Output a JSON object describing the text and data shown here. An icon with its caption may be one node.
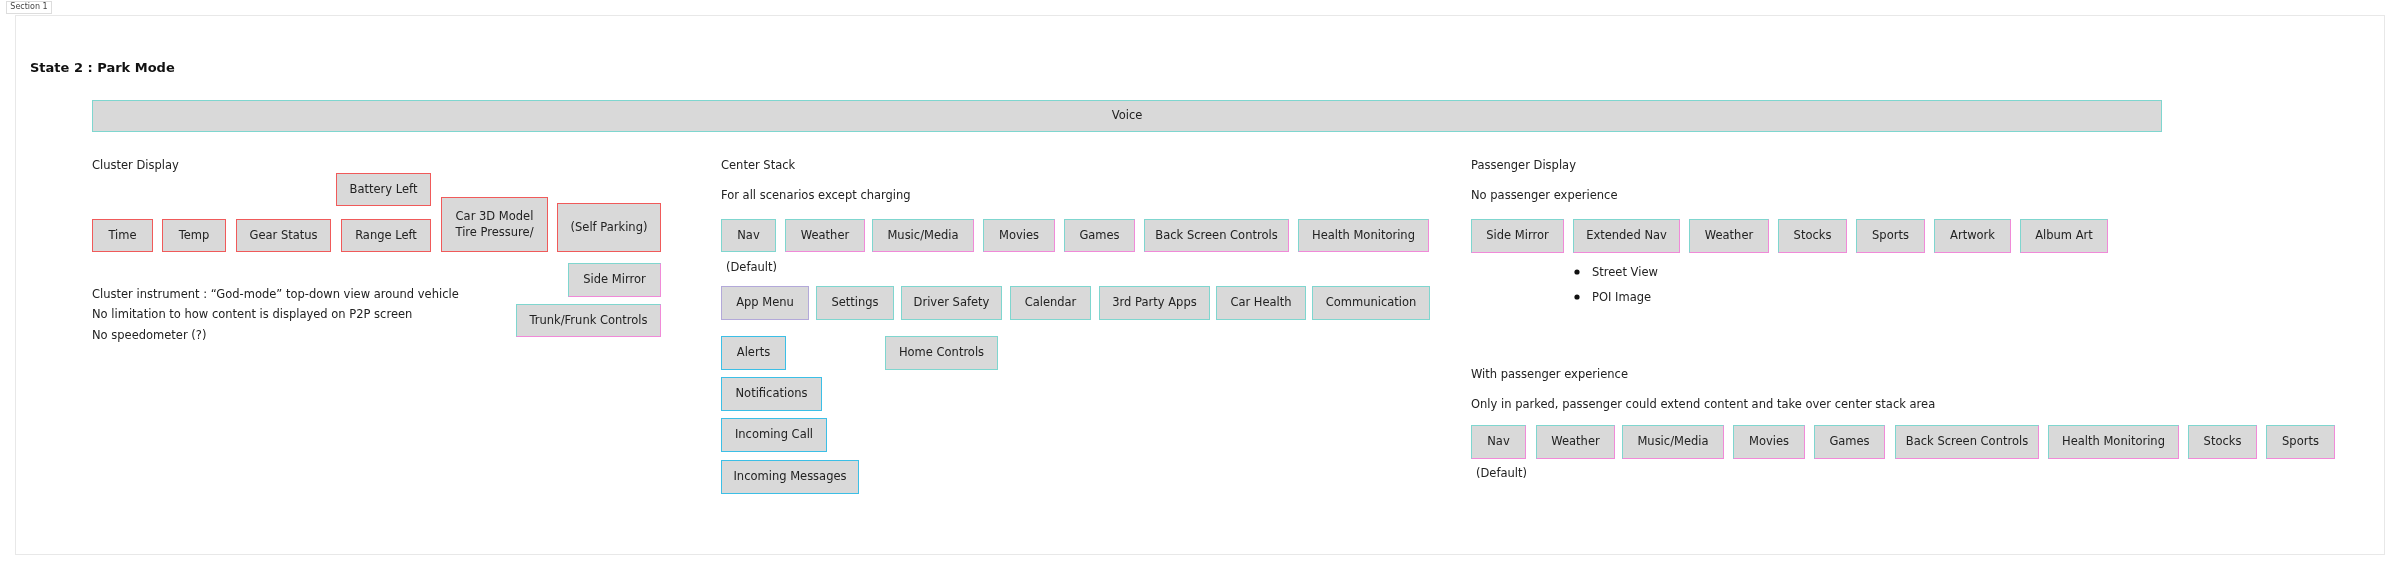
{
  "diagram": {
    "title": "State 2 : Park Mode",
    "nodes": [
      {
        "text": [
          "Section 1"
        ]
      },
      {
        "text": [
          "Voice"
        ]
      },
      {
        "text": [
          "Battery Left"
        ]
      },
      {
        "text": [
          "Time"
        ]
      },
      {
        "text": [
          "Temp"
        ]
      },
      {
        "text": [
          "Gear Status"
        ]
      },
      {
        "text": [
          "Range Left"
        ]
      },
      {
        "text": [
          "Car 3D Model Tire Pressure/"
        ]
      },
      {
        "text": [
          "(Self Parking)"
        ]
      },
      {
        "text": [
          "Side Mirror"
        ]
      },
      {
        "text": [
          "Trunk/Frunk Controls"
        ]
      },
      {
        "text": [
          "Nav"
        ]
      },
      {
        "text": [
          "Weather"
        ]
      },
      {
        "text": [
          "Music/Media"
        ]
      },
      {
        "text": [
          "Movies"
        ]
      },
      {
        "text": [
          "Games"
        ]
      },
      {
        "text": [
          "Back Screen Controls"
        ]
      },
      {
        "text": [
          "Health Monitoring"
        ]
      },
      {
        "text": [
          "App Menu"
        ]
      },
      {
        "text": [
          "Settings"
        ]
      },
      {
        "text": [
          "Driver Safety"
        ]
      },
      {
        "text": [
          "Calendar"
        ]
      },
      {
        "text": [
          "3rd Party Apps"
        ]
      },
      {
        "text": [
          "Car Health"
        ]
      },
      {
        "text": [
          "Communication"
        ]
      },
      {
        "text": [
          "Alerts"
        ]
      },
      {
        "text": [
          "Home Controls"
        ]
      },
      {
        "text": [
          "Notifications"
        ]
      },
      {
        "text": [
          "Incoming Call"
        ]
      },
      {
        "text": [
          "Incoming Messages"
        ]
      },
      {
        "text": [
          "Side Mirror"
        ]
      },
      {
        "text": [
          "Extended Nav"
        ]
      },
      {
        "text": [
          "Weather"
        ]
      },
      {
        "text": [
          "Stocks"
        ]
      },
      {
        "text": [
          "Sports"
        ]
      },
      {
        "text": [
          "Artwork"
        ]
      },
      {
        "text": [
          "Album Art"
        ]
      },
      {
        "text": [
          "Nav"
        ]
      },
      {
        "text": [
          "Weather"
        ]
      },
      {
        "text": [
          "Music/Media"
        ]
      },
      {
        "text": [
          "Movies"
        ]
      },
      {
        "text": [
          "Games"
        ]
      },
      {
        "text": [
          "Back Screen Controls"
        ]
      },
      {
        "text": [
          "Health Monitoring"
        ]
      },
      {
        "text": [
          "Stocks"
        ]
      },
      {
        "text": [
          "Sports"
        ]
      }
    ],
    "edges": [],
    "labels": [
      "Cluster Display",
      "Cluster instrument : “God-mode” top-down view around vehicle",
      "No limitation to how content is displayed on P2P screen",
      "No speedometer (?)",
      "Center Stack",
      "For all scenarios except charging",
      "(Default)",
      "Passenger Display",
      "No passenger experience",
      "Street View",
      "POI Image",
      "With passenger experience",
      "Only in parked, passenger could extend content and take over center stack area",
      "(Default)"
    ]
  }
}
